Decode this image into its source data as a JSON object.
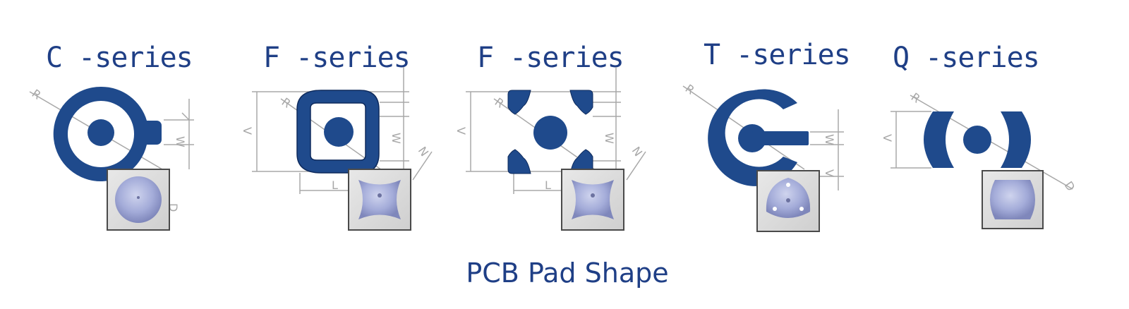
{
  "series": [
    {
      "title": "C -series",
      "dim_labels": [
        "R",
        "W",
        "D"
      ],
      "pad_shape": "c-series-ring-with-tab"
    },
    {
      "title": "F -series",
      "dim_labels": [
        "R",
        "V",
        "W",
        "L",
        "N"
      ],
      "pad_shape": "f-series-rounded-square"
    },
    {
      "title": "F -series",
      "dim_labels": [
        "R",
        "V",
        "W",
        "L",
        "N"
      ],
      "pad_shape": "f-series-four-corners"
    },
    {
      "title": "T -series",
      "dim_labels": [
        "R",
        "W",
        "V"
      ],
      "pad_shape": "t-series-ring-with-bar"
    },
    {
      "title": "Q -series",
      "dim_labels": [
        "R",
        "V",
        "D"
      ],
      "pad_shape": "q-series-parenthesis-pair"
    }
  ],
  "caption": "PCB Pad Shape",
  "colors": {
    "pad": "#1f4a8c",
    "text": "#1f3f86",
    "dimension_line": "#a8a8a8",
    "photo_frame": "#4a4a4a",
    "photo_bg": "#dcdcdc",
    "dome": "#9aa3d4"
  }
}
